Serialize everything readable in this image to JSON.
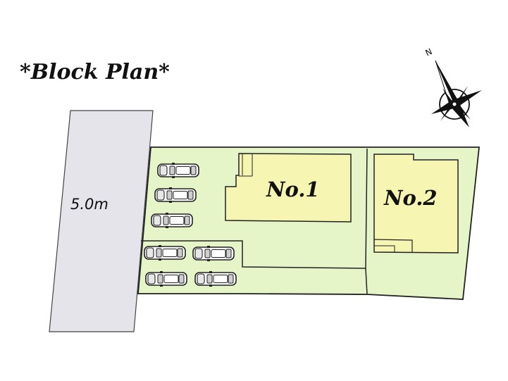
{
  "title": "*Block Plan*",
  "road": {
    "width_label": "5.0m"
  },
  "compass": {
    "north_label": "N"
  },
  "lots": [
    {
      "label": "No.1"
    },
    {
      "label": "No.2"
    }
  ],
  "parking": {
    "car_count": 7
  },
  "colors": {
    "site_fill": "#e6f5c8",
    "house_fill": "#f7f5b2",
    "road_fill": "#e4e4ea",
    "outline": "#222222"
  }
}
